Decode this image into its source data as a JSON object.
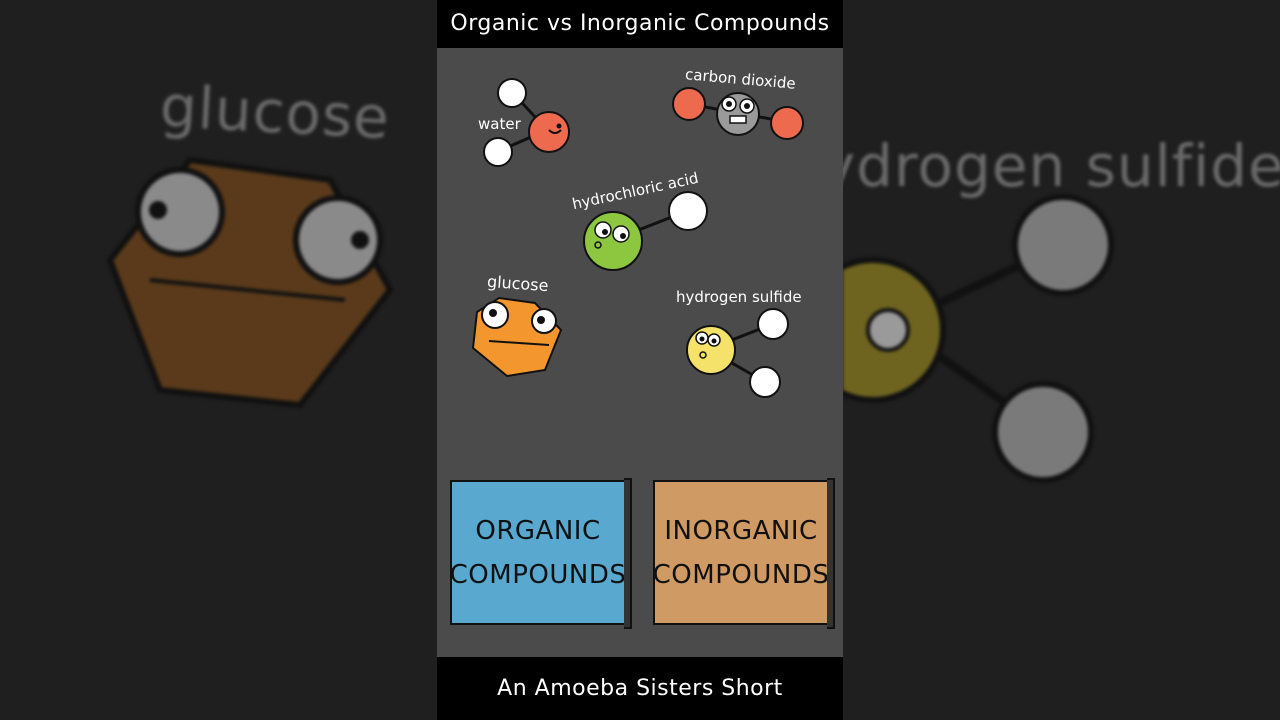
{
  "title": "Organic vs Inorganic Compounds",
  "footer": "An Amoeba Sisters Short",
  "background": {
    "left_label": "glucose",
    "right_label": "hydrogen sulfide"
  },
  "molecules": {
    "water": "water",
    "carbon_dioxide": "carbon dioxide",
    "hydrochloric_acid": "hydrochloric acid",
    "glucose": "glucose",
    "hydrogen_sulfide": "hydrogen sulfide"
  },
  "boxes": {
    "organic": "ORGANIC\nCOMPOUNDS",
    "inorganic": "INORGANIC\nCOMPOUNDS"
  },
  "colors": {
    "stage": "#4b4b4b",
    "oxygen": "#ee6a4f",
    "carbon": "#9a9a9a",
    "chlorine": "#8dc63f",
    "glucose": "#f3962e",
    "sulfur": "#f5e26a",
    "organic_box": "#58a8cf",
    "inorganic_box": "#cf9a64"
  }
}
